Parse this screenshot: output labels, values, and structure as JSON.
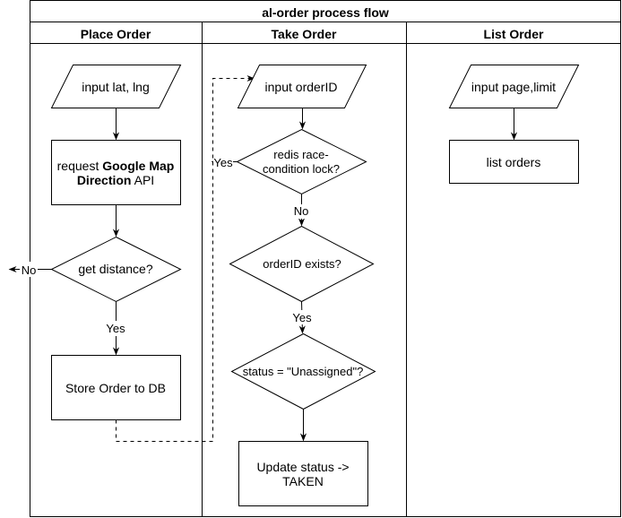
{
  "title": "al-order process flow",
  "lanes": [
    {
      "label": "Place Order"
    },
    {
      "label": "Take Order"
    },
    {
      "label": "List Order"
    }
  ],
  "place_order": {
    "input": "input lat, lng",
    "request_prefix": "request ",
    "request_bold_1": "Google Map",
    "request_bold_2": "Direction",
    "request_suffix": " API",
    "decision": "get distance?",
    "no_label": "No",
    "yes_label": "Yes",
    "store": "Store Order to DB"
  },
  "take_order": {
    "input": "input orderID",
    "lock_line1": "redis race-",
    "lock_line2": "condition lock?",
    "lock_yes_label": "Yes",
    "lock_no_label": "No",
    "exists": "orderID exists?",
    "exists_yes_label": "Yes",
    "status_check": "status = \"Unassigned\"?",
    "update_line1": "Update status ->",
    "update_line2": "TAKEN"
  },
  "list_order": {
    "input": "input page,limit",
    "list": "list orders"
  }
}
